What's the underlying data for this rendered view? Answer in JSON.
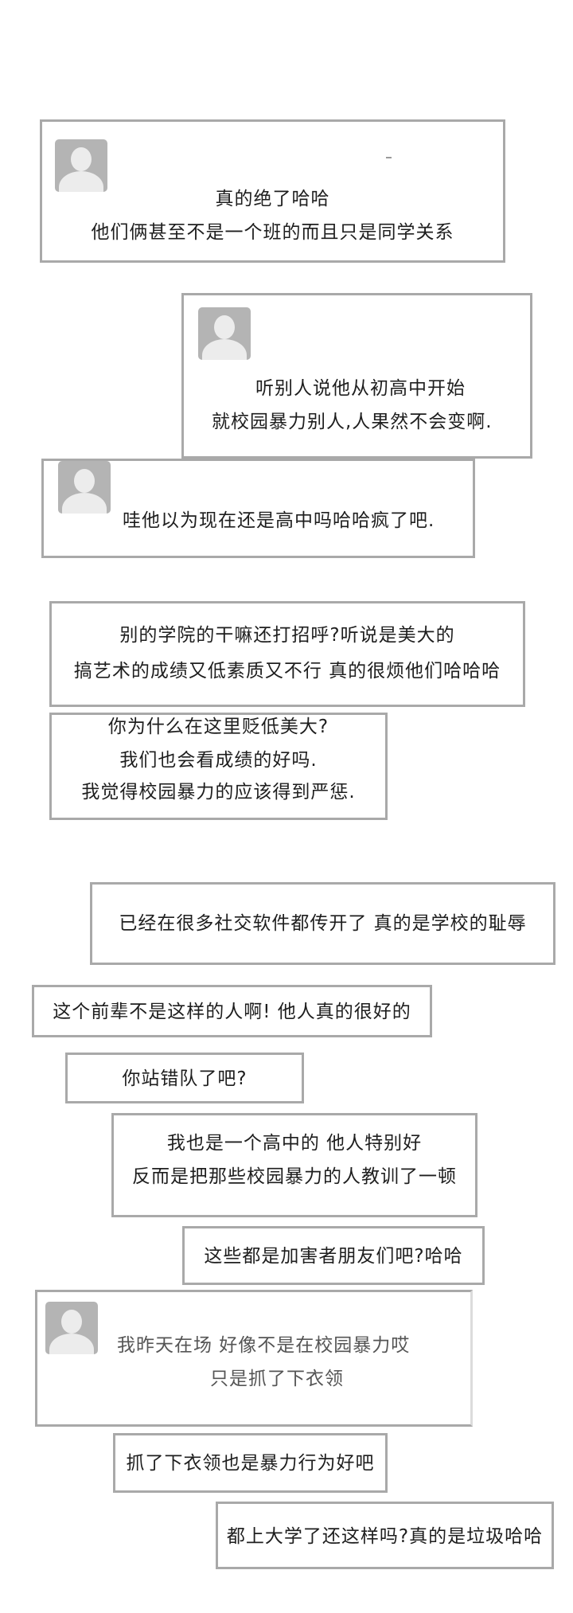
{
  "messages": [
    {
      "id": "m1",
      "has_avatar": true,
      "lines": [
        "真的绝了哈哈",
        "他们俩甚至不是一个班的而且只是同学关系"
      ]
    },
    {
      "id": "m2",
      "has_avatar": true,
      "lines": [
        "听别人说他从初高中开始",
        "就校园暴力别人,人果然不会变啊."
      ]
    },
    {
      "id": "m3",
      "has_avatar": true,
      "lines": [
        "哇他以为现在还是高中吗哈哈疯了吧."
      ]
    },
    {
      "id": "m4",
      "has_avatar": false,
      "lines": [
        "别的学院的干嘛还打招呼?听说是美大的",
        "搞艺术的成绩又低素质又不行 真的很烦他们哈哈哈"
      ]
    },
    {
      "id": "m5",
      "has_avatar": false,
      "lines": [
        "你为什么在这里贬低美大?",
        "我们也会看成绩的好吗.",
        "我觉得校园暴力的应该得到严惩."
      ]
    },
    {
      "id": "m6",
      "has_avatar": false,
      "lines": [
        "已经在很多社交软件都传开了 真的是学校的耻辱"
      ]
    },
    {
      "id": "m7",
      "has_avatar": false,
      "lines": [
        "这个前辈不是这样的人啊! 他人真的很好的"
      ]
    },
    {
      "id": "m8",
      "has_avatar": false,
      "lines": [
        "你站错队了吧?"
      ]
    },
    {
      "id": "m9",
      "has_avatar": false,
      "lines": [
        "我也是一个高中的 他人特别好",
        "反而是把那些校园暴力的人教训了一顿"
      ]
    },
    {
      "id": "m10",
      "has_avatar": false,
      "lines": [
        "这些都是加害者朋友们吧?哈哈"
      ]
    },
    {
      "id": "m11",
      "has_avatar": true,
      "lines": [
        "我昨天在场 好像不是在校园暴力哎",
        "只是抓了下衣领"
      ]
    },
    {
      "id": "m12",
      "has_avatar": false,
      "lines": [
        "抓了下衣领也是暴力行为好吧"
      ]
    },
    {
      "id": "m13",
      "has_avatar": false,
      "lines": [
        "都上大学了还这样吗?真的是垃圾哈哈"
      ]
    }
  ],
  "colors": {
    "border": "#a9a9a9",
    "avatar": "#b4b4b4",
    "text": "#1e1e1e"
  }
}
